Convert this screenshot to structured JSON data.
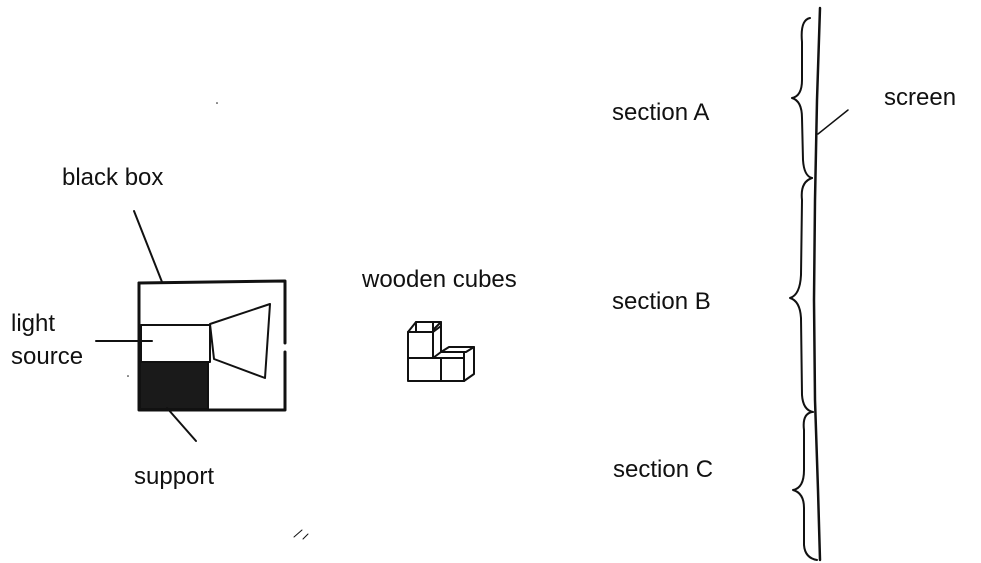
{
  "labels": {
    "black_box": "black box",
    "light": "light",
    "source": "source",
    "support": "support",
    "wooden_cubes": "wooden cubes",
    "section_a": "section A",
    "section_b": "section B",
    "section_c": "section C",
    "screen": "screen"
  },
  "colors": {
    "ink": "#111111",
    "support_fill": "#1a1a1a",
    "background": "#ffffff"
  }
}
